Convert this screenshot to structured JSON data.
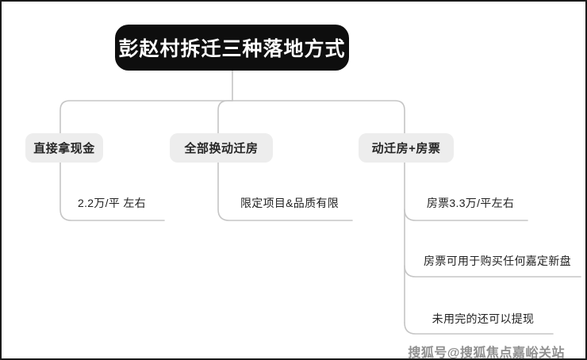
{
  "title": {
    "label": "彭赵村拆迁三种落地方式"
  },
  "branches": [
    {
      "label": "直接拿现金",
      "leaves": [
        "2.2万/平 左右"
      ]
    },
    {
      "label": "全部换动迁房",
      "leaves": [
        "限定项目&品质有限"
      ]
    },
    {
      "label": "动迁房+房票",
      "leaves": [
        "房票3.3万/平左右",
        "房票可用于购买任何嘉定新盘",
        "未用完的还可以提现"
      ]
    }
  ],
  "watermark": {
    "label": "搜狐号@搜狐焦点嘉峪关站"
  },
  "colors": {
    "root_bg": "#0e0e0e",
    "root_text": "#ffffff",
    "branch_bg": "#ededed",
    "line": "#c5c5c5",
    "leaf_text": "#222222",
    "watermark_text": "#8f8f8f"
  }
}
